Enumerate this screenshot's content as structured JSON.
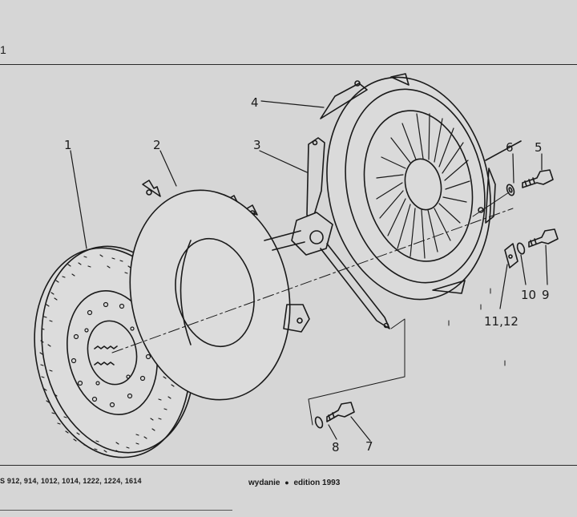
{
  "sheet": {
    "number": "1"
  },
  "callouts": {
    "c1": "1",
    "c2": "2",
    "c3": "3",
    "c4": "4",
    "c5": "5",
    "c6": "6",
    "c7": "7",
    "c8": "8",
    "c9": "9",
    "c10": "10",
    "c11_12": "11,12"
  },
  "footer": {
    "models": "S 912, 914, 1012, 1014, 1222, 1224, 1614",
    "edition_pl": "wydanie",
    "edition_sep": "●",
    "edition_en": "edition",
    "edition_year": "1993"
  },
  "colors": {
    "background": "#d6d6d6",
    "ink": "#1a1a1a"
  }
}
